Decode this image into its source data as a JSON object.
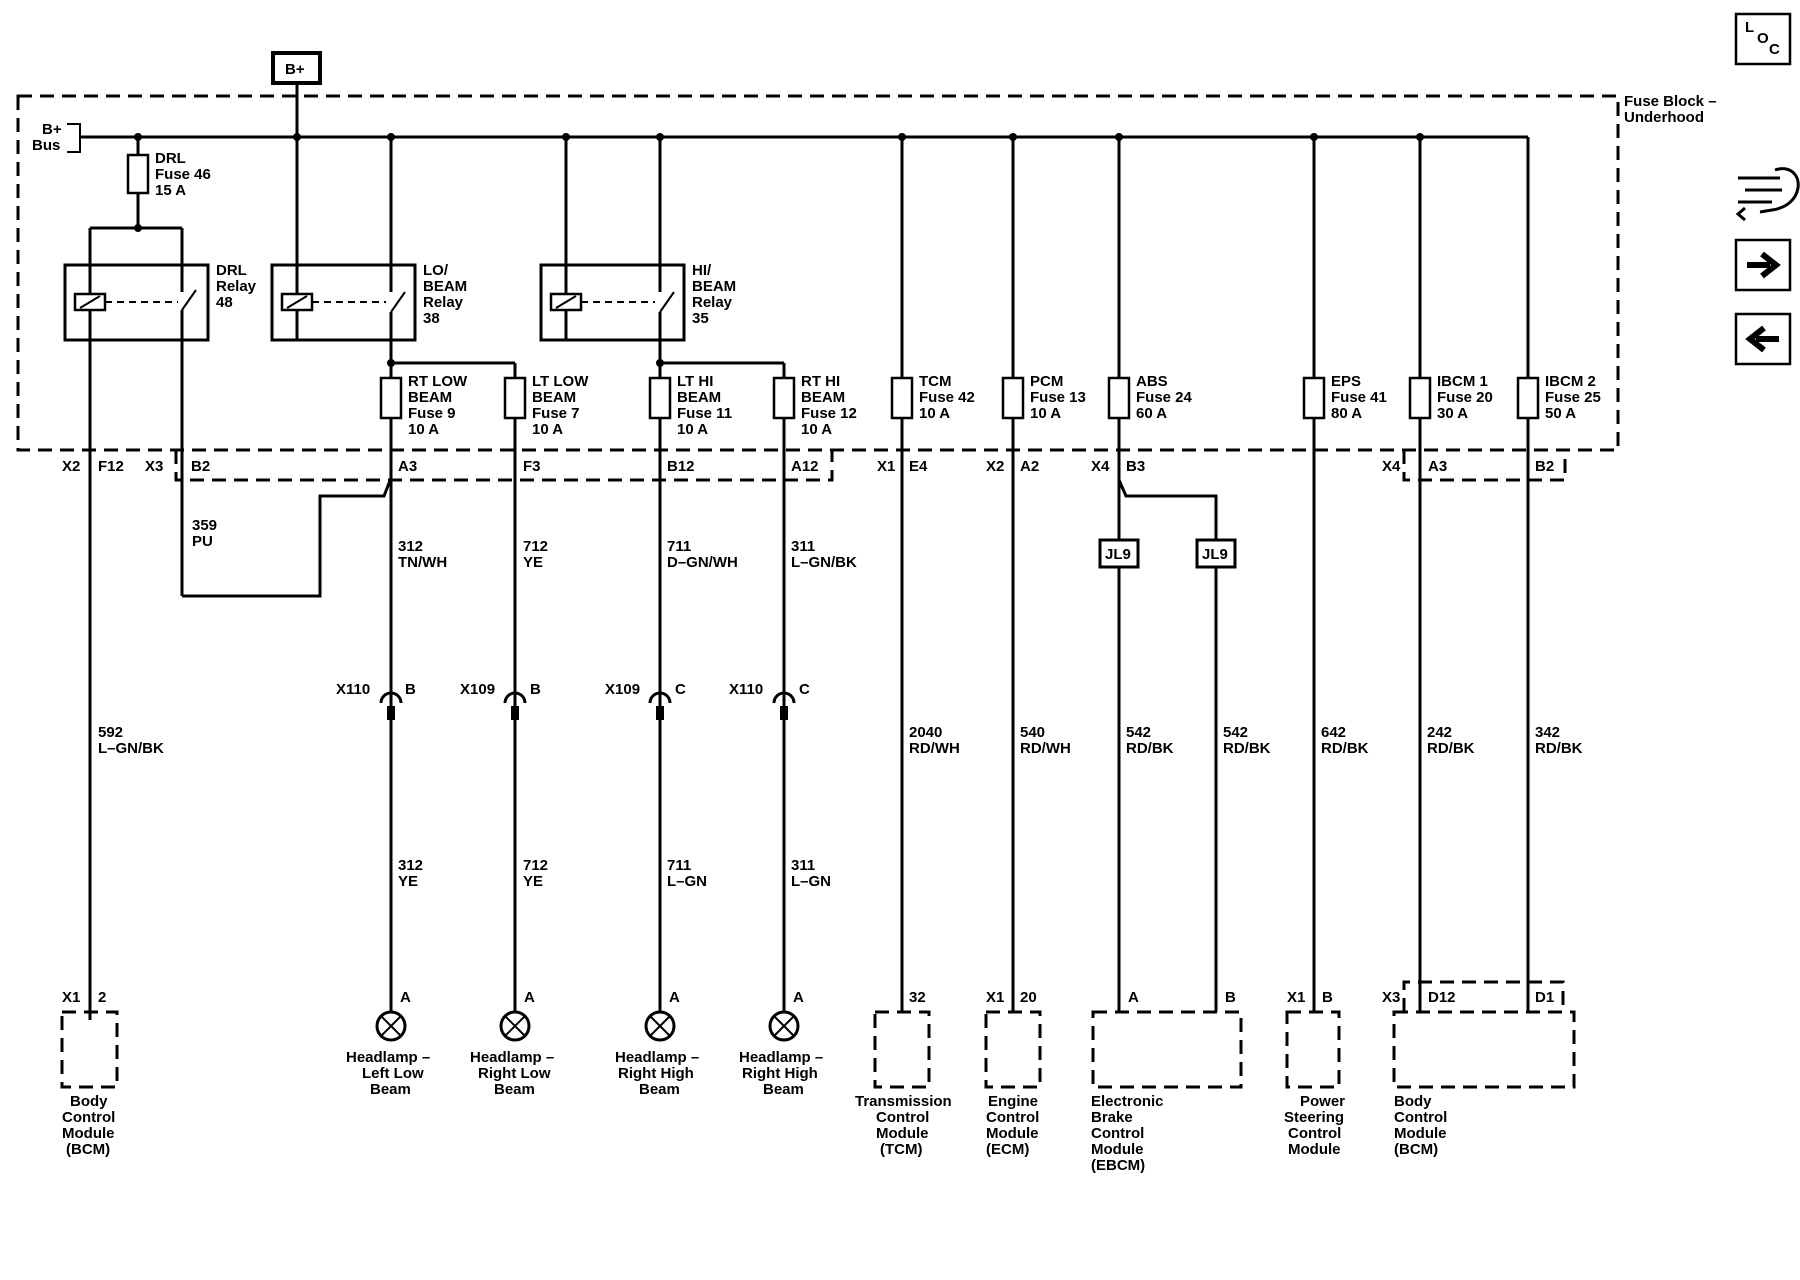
{
  "bplus_label": "B+",
  "bus_label": [
    "B+",
    "Bus"
  ],
  "fuse_block_label": [
    "Fuse Block –",
    "Underhood"
  ],
  "relays": [
    {
      "label": [
        "DRL",
        "Relay",
        "48"
      ]
    },
    {
      "label": [
        "LO/",
        "BEAM",
        "Relay",
        "38"
      ]
    },
    {
      "label": [
        "HI/",
        "BEAM",
        "Relay",
        "35"
      ]
    }
  ],
  "drl_fuse": [
    "DRL",
    "Fuse 46",
    "15 A"
  ],
  "fuses": [
    {
      "label": [
        "RT LOW",
        "BEAM",
        "Fuse 9",
        "10 A"
      ]
    },
    {
      "label": [
        "LT LOW",
        "BEAM",
        "Fuse 7",
        "10 A"
      ]
    },
    {
      "label": [
        "LT HI",
        "BEAM",
        "Fuse 11",
        "10 A"
      ]
    },
    {
      "label": [
        "RT HI",
        "BEAM",
        "Fuse 12",
        "10 A"
      ]
    },
    {
      "label": [
        "TCM",
        "Fuse 42",
        "10 A"
      ]
    },
    {
      "label": [
        "PCM",
        "Fuse 13",
        "10 A"
      ]
    },
    {
      "label": [
        "ABS",
        "Fuse 24",
        "60 A"
      ]
    },
    {
      "label": [
        "EPS",
        "Fuse 41",
        "80 A"
      ]
    },
    {
      "label": [
        "IBCM 1",
        "Fuse 20",
        "30 A"
      ]
    },
    {
      "label": [
        "IBCM 2",
        "Fuse 25",
        "50 A"
      ]
    }
  ],
  "connector_labels": {
    "x2": "X2",
    "f12": "F12",
    "x3": "X3",
    "b2": "B2",
    "a3": "A3",
    "f3": "F3",
    "b12": "B12",
    "a12": "A12",
    "x1": "X1",
    "e4": "E4",
    "x2b": "X2",
    "a2": "A2",
    "x4": "X4",
    "b3": "B3",
    "x4b": "X4",
    "a3b": "A3",
    "b2b": "B2"
  },
  "wires": {
    "w359": [
      "359",
      "PU"
    ],
    "w592": [
      "592",
      "L–GN/BK"
    ],
    "w312a": [
      "312",
      "TN/WH"
    ],
    "w712a": [
      "712",
      "YE"
    ],
    "w711a": [
      "711",
      "D–GN/WH"
    ],
    "w311a": [
      "311",
      "L–GN/BK"
    ],
    "w312b": [
      "312",
      "YE"
    ],
    "w712b": [
      "712",
      "YE"
    ],
    "w711b": [
      "711",
      "L–GN"
    ],
    "w311b": [
      "311",
      "L–GN"
    ],
    "w2040": [
      "2040",
      "RD/WH"
    ],
    "w540": [
      "540",
      "RD/WH"
    ],
    "w542a": [
      "542",
      "RD/BK"
    ],
    "w542b": [
      "542",
      "RD/BK"
    ],
    "w642": [
      "642",
      "RD/BK"
    ],
    "w242": [
      "242",
      "RD/BK"
    ],
    "w342": [
      "342",
      "RD/BK"
    ]
  },
  "inline_connectors": [
    {
      "id": "X110",
      "pin": "B"
    },
    {
      "id": "X109",
      "pin": "B"
    },
    {
      "id": "X109",
      "pin": "C"
    },
    {
      "id": "X110",
      "pin": "C"
    }
  ],
  "splice": "JL9",
  "lamp_pin": "A",
  "lamps": [
    {
      "label": [
        "Headlamp –",
        "Left Low",
        "Beam"
      ]
    },
    {
      "label": [
        "Headlamp –",
        "Right Low",
        "Beam"
      ]
    },
    {
      "label": [
        "Headlamp –",
        "Right High",
        "Beam"
      ]
    },
    {
      "label": [
        "Headlamp –",
        "Right High",
        "Beam"
      ]
    }
  ],
  "modules": {
    "bcm_left": {
      "conn": "X1",
      "pin": "2",
      "label": [
        "Body",
        "Control",
        "Module",
        "(BCM)"
      ]
    },
    "tcm": {
      "pin": "32",
      "label": [
        "Transmission",
        "Control",
        "Module",
        "(TCM)"
      ]
    },
    "ecm": {
      "conn": "X1",
      "pin": "20",
      "label": [
        "Engine",
        "Control",
        "Module",
        "(ECM)"
      ]
    },
    "ebcm": {
      "pin_a": "A",
      "pin_b": "B",
      "label": [
        "Electronic",
        "Brake",
        "Control",
        "Module",
        "(EBCM)"
      ]
    },
    "eps": {
      "conn": "X1",
      "pin": "B",
      "label": [
        "Power",
        "Steering",
        "Control",
        "Module"
      ]
    },
    "bcm_right": {
      "conn": "X3",
      "pin_a": "D12",
      "pin_b": "D1",
      "label": [
        "Body",
        "Control",
        "Module",
        "(BCM)"
      ]
    }
  },
  "loc": {
    "l": "L",
    "o": "O",
    "c": "C"
  },
  "side_icons": [
    "component-locator-icon",
    "forward-arrow-icon",
    "back-arrow-icon"
  ]
}
